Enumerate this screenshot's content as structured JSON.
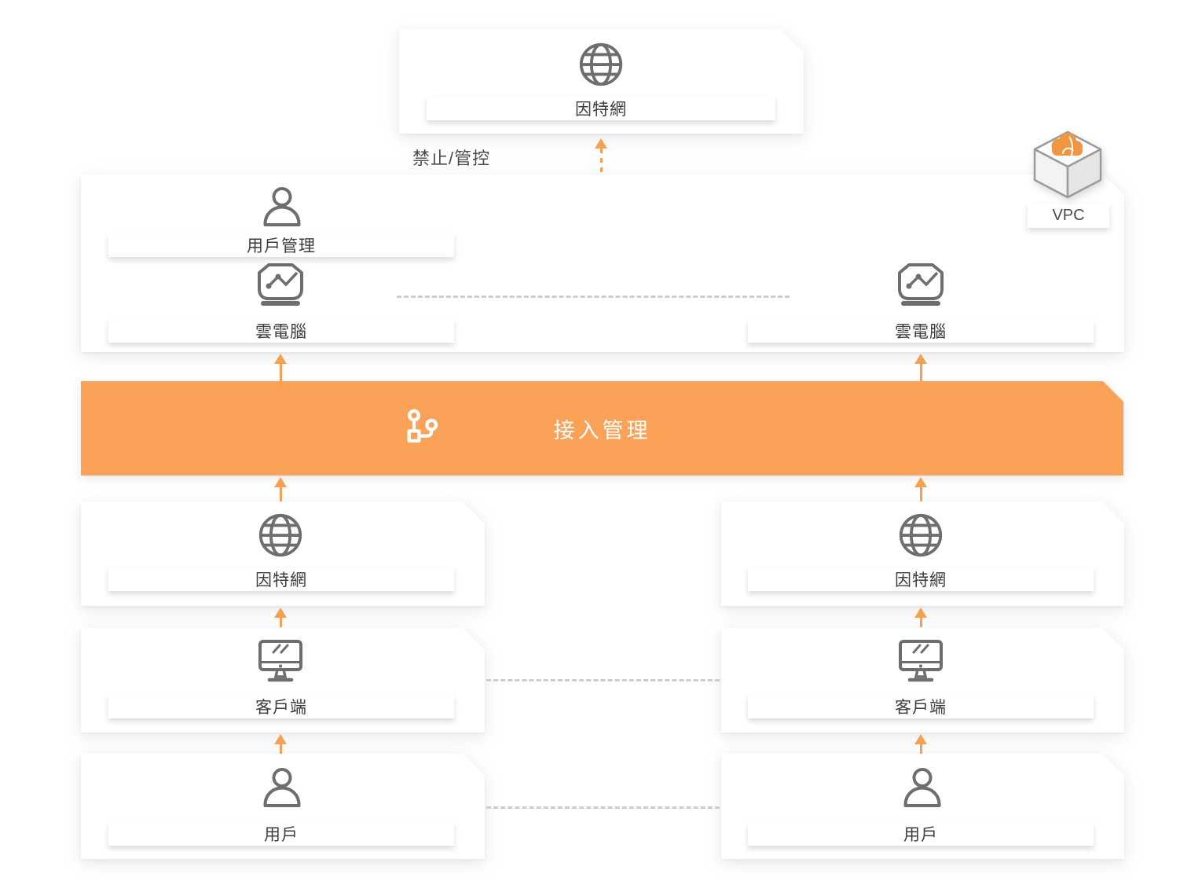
{
  "diagram": {
    "top_internet": {
      "label": "因特網"
    },
    "restrict_label": "禁止/管控",
    "vpc": {
      "badge_label": "VPC",
      "user_management_label": "用戶管理",
      "cloud_pc_left_label": "雲電腦",
      "cloud_pc_right_label": "雲電腦"
    },
    "access_banner": {
      "label": "接入管理"
    },
    "left_column": {
      "internet": "因特網",
      "client": "客戶端",
      "user": "用戶"
    },
    "right_column": {
      "internet": "因特網",
      "client": "客戶端",
      "user": "用戶"
    },
    "icons": {
      "globe": "globe-icon",
      "person": "person-icon",
      "cloud_pc": "cloud-pc-monitor-icon",
      "client_monitor": "desktop-monitor-icon",
      "branch": "workflow-branch-icon",
      "vpc_cube": "vpc-cube-icon"
    },
    "colors": {
      "accent_orange": "#FAA257",
      "arrow_orange": "#F5A054",
      "cloud_orange": "#F2953F",
      "icon_gray": "#6e6e6e",
      "dash_gray": "#cdcdcd",
      "text_dark": "#3d3d3d"
    }
  }
}
